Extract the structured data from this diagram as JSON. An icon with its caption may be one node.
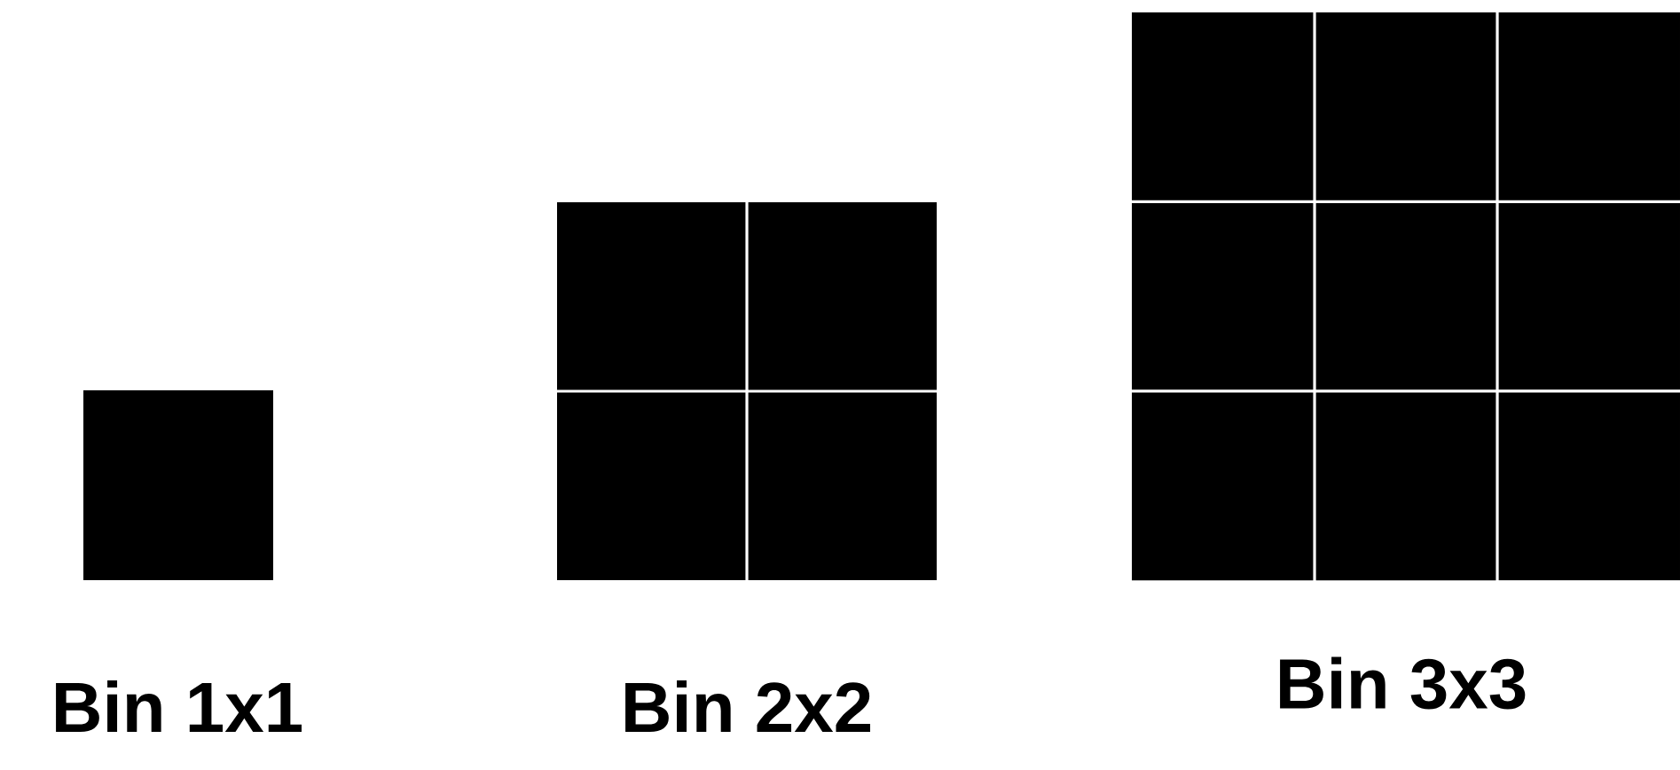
{
  "diagram": {
    "labels": [
      "Bin 1x1",
      "Bin 2x2",
      "Bin 3x3"
    ]
  }
}
